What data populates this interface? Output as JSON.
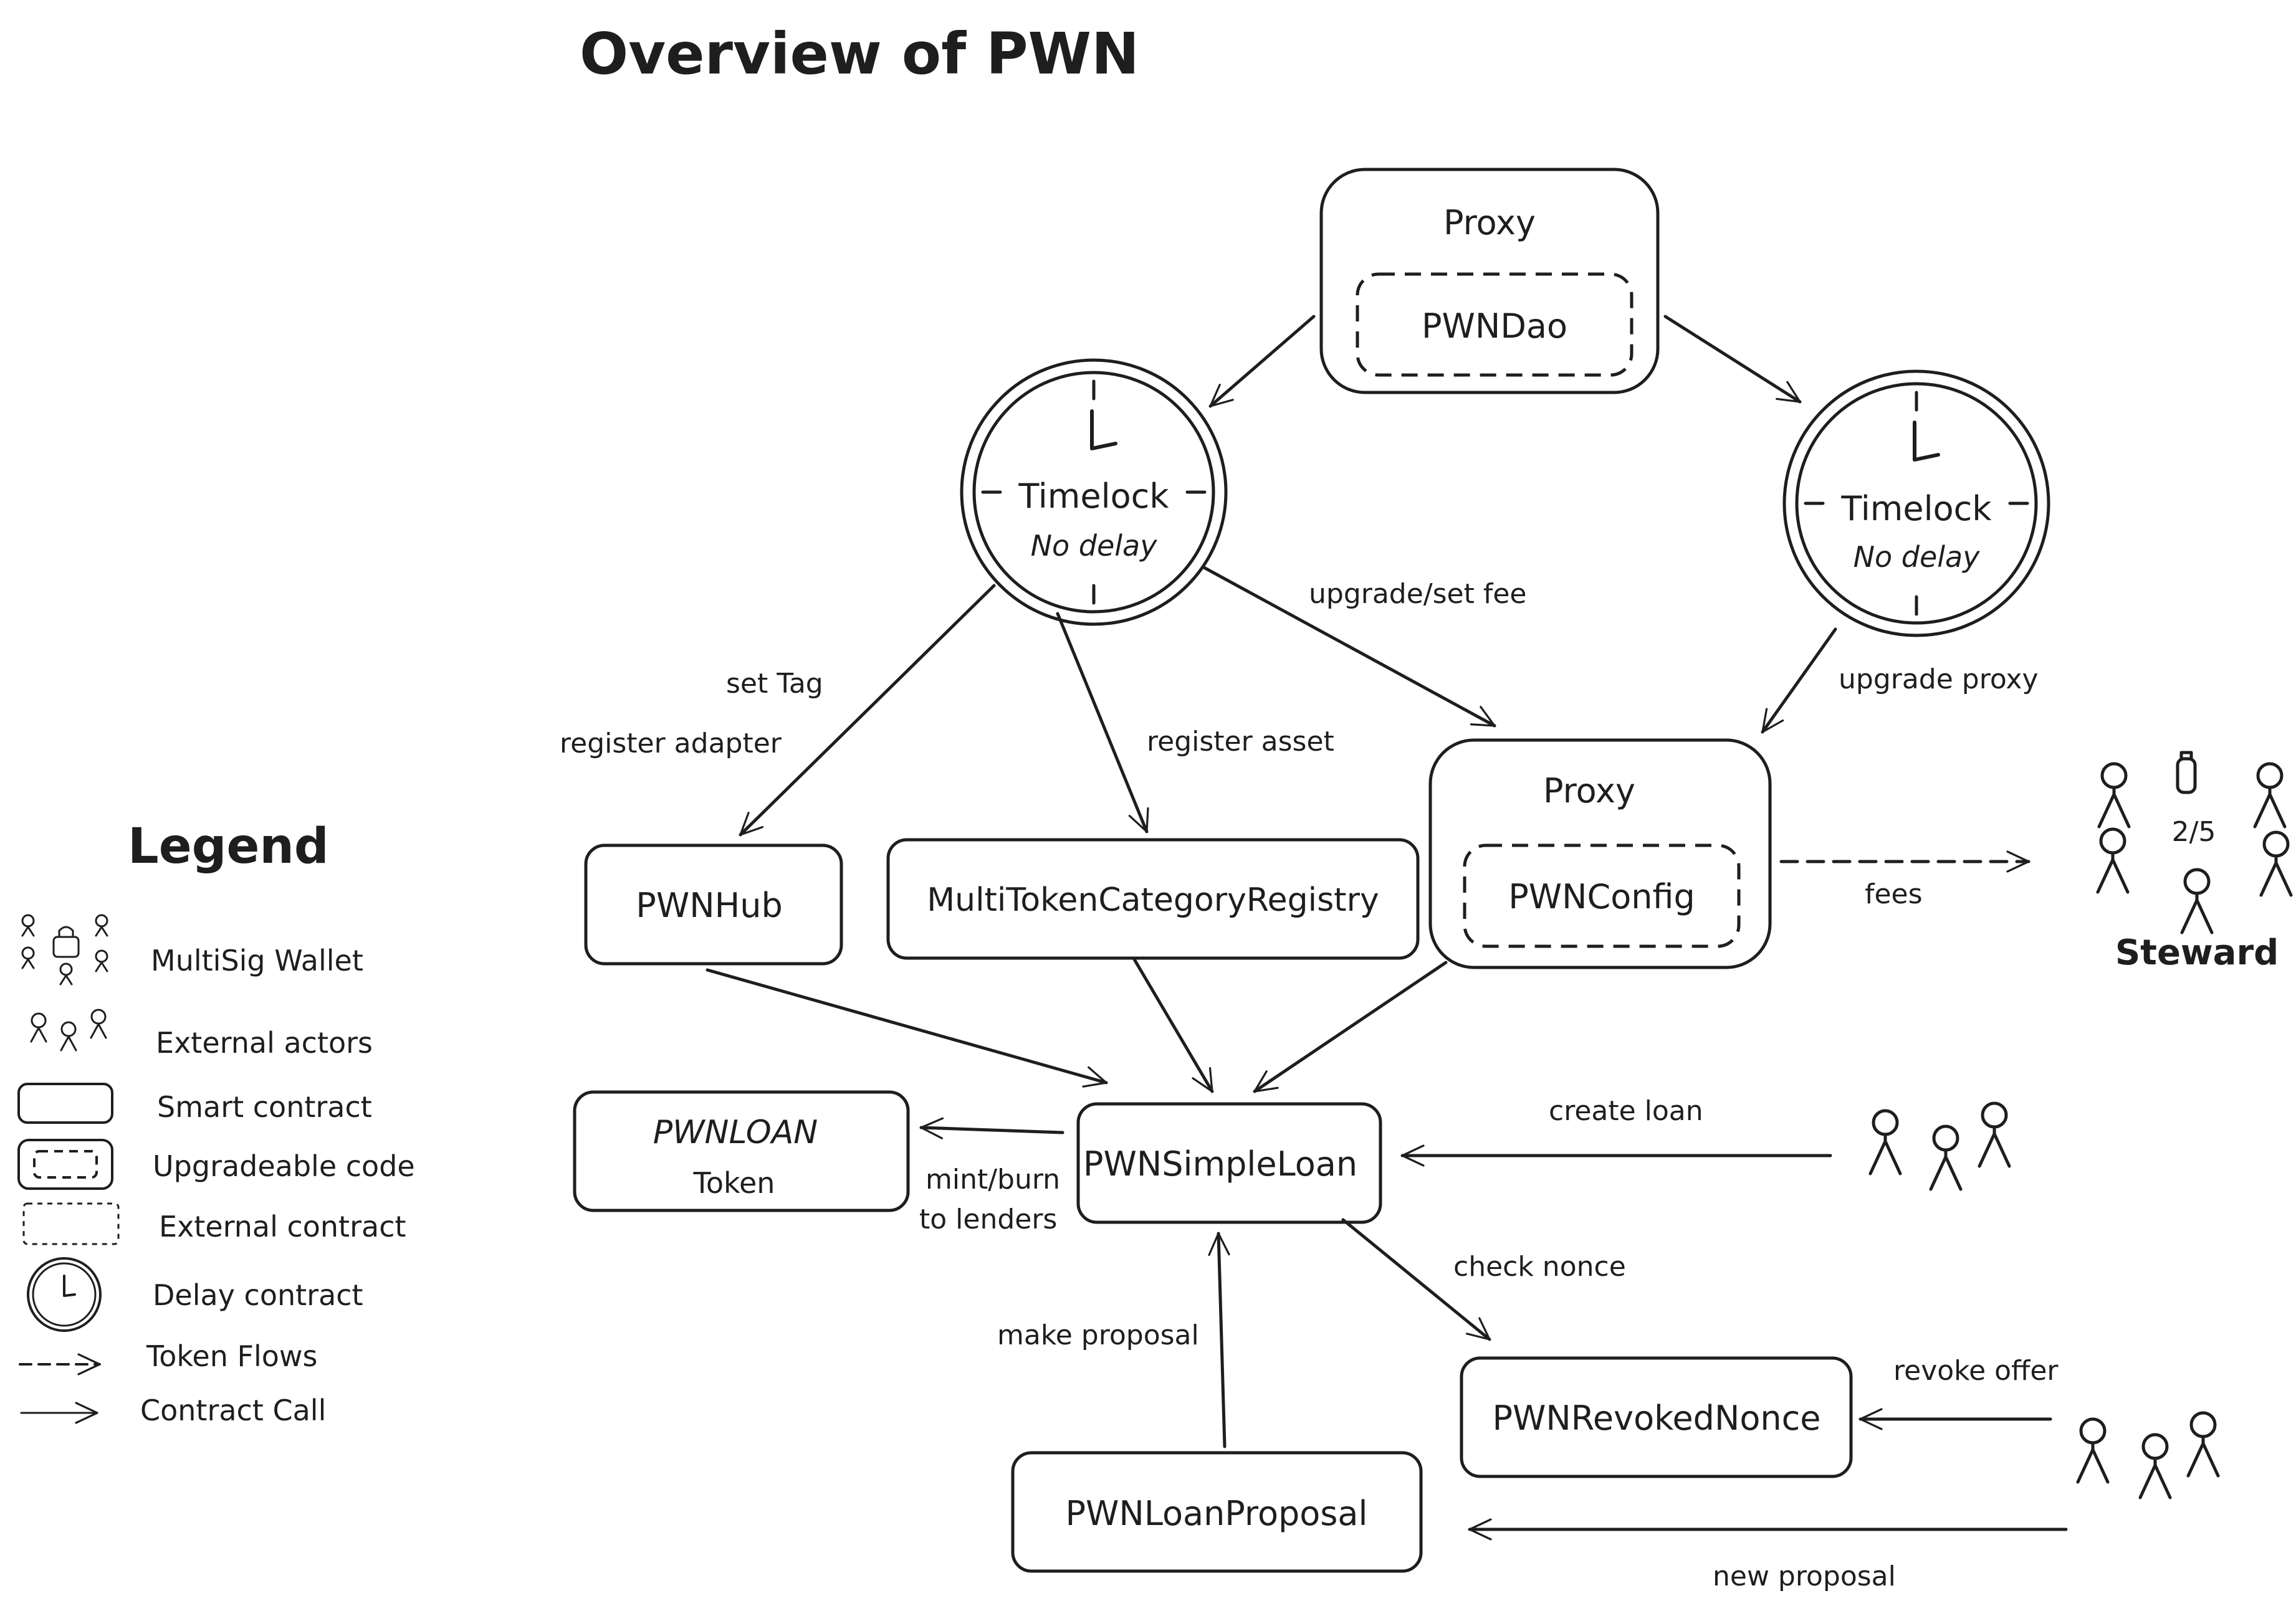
{
  "title": "Overview of PWN",
  "nodes": {
    "proxy_dao": {
      "label": "Proxy",
      "inner": "PWNDao"
    },
    "timelock_left": {
      "label": "Timelock",
      "sublabel": "No delay"
    },
    "timelock_right": {
      "label": "Timelock",
      "sublabel": "No delay"
    },
    "proxy_config": {
      "label": "Proxy",
      "inner": "PWNConfig"
    },
    "hub": {
      "label": "PWNHub"
    },
    "registry": {
      "label": "MultiTokenCategoryRegistry"
    },
    "loan_token": {
      "label": "PWNLOAN",
      "sublabel": "Token"
    },
    "simple_loan": {
      "label": "PWNSimpleLoan"
    },
    "revoked_nonce": {
      "label": "PWNRevokedNonce"
    },
    "loan_proposal": {
      "label": "PWNLoanProposal"
    },
    "steward": {
      "label": "Steward",
      "threshold": "2/5"
    }
  },
  "edges": {
    "set_tag": "set Tag",
    "register_adapter": "register adapter",
    "register_asset": "register asset",
    "upgrade_set_fee": "upgrade/set fee",
    "upgrade_proxy": "upgrade proxy",
    "fees": "fees",
    "create_loan": "create loan",
    "mint_burn_1": "mint/burn",
    "mint_burn_2": "to lenders",
    "check_nonce": "check nonce",
    "make_proposal": "make proposal",
    "revoke_offer": "revoke offer",
    "new_proposal": "new proposal"
  },
  "legend": {
    "title": "Legend",
    "items": [
      {
        "label": "MultiSig Wallet",
        "icon": "multisig-icon"
      },
      {
        "label": "External actors",
        "icon": "actors-icon"
      },
      {
        "label": "Smart contract",
        "icon": "smart-contract-icon"
      },
      {
        "label": "Upgradeable code",
        "icon": "upgradeable-icon"
      },
      {
        "label": "External contract",
        "icon": "external-contract-icon"
      },
      {
        "label": "Delay contract",
        "icon": "clock-icon"
      },
      {
        "label": "Token Flows",
        "icon": "dashed-arrow-icon"
      },
      {
        "label": "Contract Call",
        "icon": "arrow-icon"
      }
    ]
  },
  "colors": {
    "ink": "#1e1e1e",
    "background": "#ffffff"
  }
}
